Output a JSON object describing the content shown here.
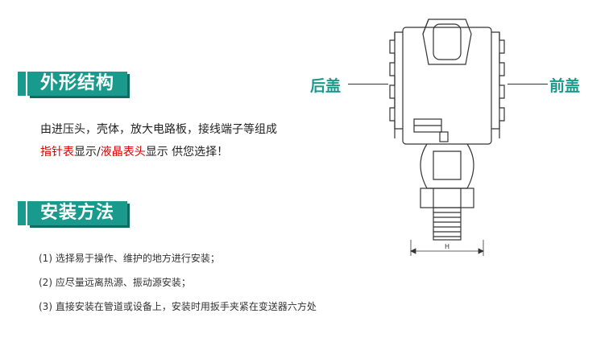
{
  "section1": {
    "title": "外形结构",
    "line1": "由进压头，壳体，放大电路板，接线端子等组成",
    "line2": [
      {
        "text": "指针表",
        "color": "#d40000"
      },
      {
        "text": "显示/",
        "color": "#222222"
      },
      {
        "text": "液晶表头",
        "color": "#d40000"
      },
      {
        "text": "显示 供您选择！",
        "color": "#222222"
      }
    ]
  },
  "section2": {
    "title": "安装方法",
    "items": [
      "(1) 选择易于操作、维护的地方进行安装；",
      "(2) 应尽量远离热源、振动源安装；",
      "(3) 直接安装在管道或设备上，安装时用扳手夹紧在变送器六方处"
    ]
  },
  "diagram": {
    "left_label": "后盖",
    "right_label": "前盖",
    "dimension_label": "H"
  },
  "colors": {
    "accent": "#1a9a8c",
    "highlight": "#d40000"
  }
}
